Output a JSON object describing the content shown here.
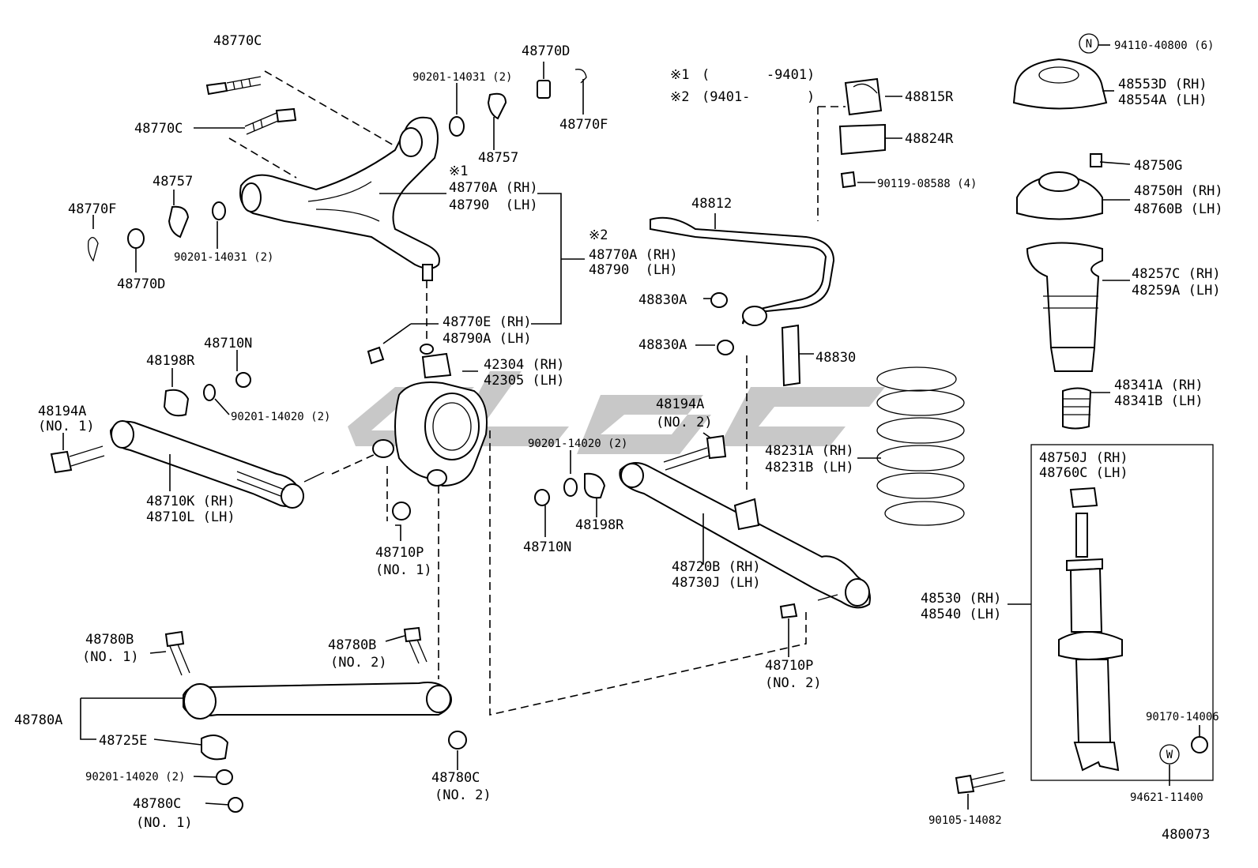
{
  "diagram": {
    "number": "480073",
    "notes": [
      {
        "mark": "※1",
        "text": "(       -9401)"
      },
      {
        "mark": "※2",
        "text": "(9401-       )"
      }
    ],
    "marks": {
      "n": "N",
      "w": "W"
    },
    "parts": {
      "p48770C_a": "48770C",
      "p48770C_b": "48770C",
      "p90201_14031_top": "90201-14031 (2)",
      "p48770D_top": "48770D",
      "p48770F_top": "48770F",
      "p48757_top": "48757",
      "mark1": "※1",
      "p48770A_rh": "48770A (RH)",
      "p48790_lh": "48790  (LH)",
      "mark2": "※2",
      "p48770A_rh2": "48770A (RH)",
      "p48790_lh2": "48790  (LH)",
      "p48757_left": "48757",
      "p48770F_left": "48770F",
      "p90201_14031_left": "90201-14031 (2)",
      "p48770D_left": "48770D",
      "p48770E_rh": "48770E (RH)",
      "p48790A_lh": "48790A (LH)",
      "p48710N_top": "48710N",
      "p48198R_left": "48198R",
      "p42304_rh": "42304 (RH)",
      "p42305_lh": "42305 (LH)",
      "p90201_14020_mid": "90201-14020 (2)",
      "p48194A_left": "48194A",
      "no1_a": "(NO. 1)",
      "p48710K_rh": "48710K (RH)",
      "p48710L_lh": "48710L (LH)",
      "p48710P_1": "48710P",
      "no1_b": "(NO. 1)",
      "p90201_14020_c": "90201-14020 (2)",
      "p48194A_right": "48194A",
      "no2_a": "(NO. 2)",
      "p48198R_right": "48198R",
      "p48710N_bot": "48710N",
      "p48720B_rh": "48720B (RH)",
      "p48730J_lh": "48730J (LH)",
      "p48710P_2": "48710P",
      "no2_b": "(NO. 2)",
      "p48812": "48812",
      "p48830A_a": "48830A",
      "p48830A_b": "48830A",
      "p48830": "48830",
      "p48815R": "48815R",
      "p48824R": "48824R",
      "p90119": "90119-08588 (4)",
      "p48231A": "48231A (RH)",
      "p48231B": "48231B (LH)",
      "p94110": "94110-40800 (6)",
      "p48553D": "48553D (RH)",
      "p48554A": "48554A (LH)",
      "p48750G": "48750G",
      "p48750H": "48750H (RH)",
      "p48760B": "48760B (LH)",
      "p48257C": "48257C (RH)",
      "p48259A": "48259A (LH)",
      "p48341A": "48341A (RH)",
      "p48341B": "48341B (LH)",
      "p48750J": "48750J (RH)",
      "p48760C": "48760C (LH)",
      "p48530": "48530 (RH)",
      "p48540": "48540 (LH)",
      "p90170": "90170-14006",
      "p94621": "94621-11400",
      "p90105": "90105-14082",
      "p48780B_1": "48780B",
      "no1_c": "(NO. 1)",
      "p48780B_2": "48780B",
      "no2_c": "(NO. 2)",
      "p48780A": "48780A",
      "p48725E": "48725E",
      "p90201_14020_bot": "90201-14020 (2)",
      "p48780C_1": "48780C",
      "no1_d": "(NO. 1)",
      "p48780C_2": "48780C",
      "no2_d": "(NO. 2)"
    }
  }
}
